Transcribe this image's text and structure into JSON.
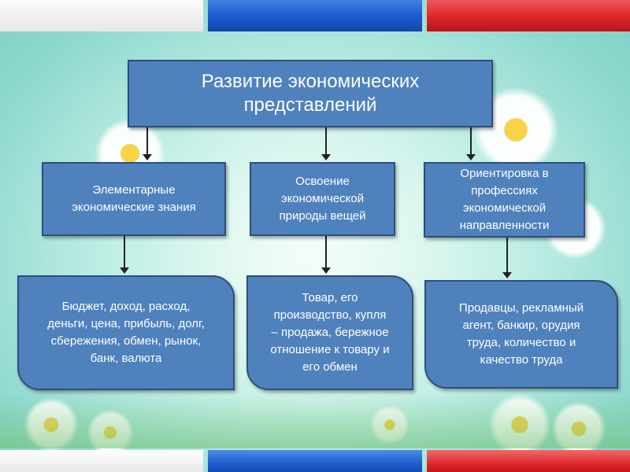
{
  "title": "Развитие экономических представлений",
  "title_lines": [
    "Развитие экономических",
    "представлений"
  ],
  "categories": [
    {
      "lines": [
        "Элементарные",
        "экономические знания"
      ]
    },
    {
      "lines": [
        "Освоение",
        "экономической",
        "природы вещей"
      ]
    },
    {
      "lines": [
        "Ориентировка в",
        "профессиях",
        "экономической",
        "направленности"
      ]
    }
  ],
  "details": [
    {
      "lines": [
        "Бюджет, доход, расход,",
        "деньги, цена, прибыль, долг,",
        "сбережения, обмен, рынок,",
        "банк, валюта"
      ]
    },
    {
      "lines": [
        "Товар, его",
        "производство, купля",
        "– продажа, бережное",
        "отношение к товару и",
        "его обмен"
      ]
    },
    {
      "lines": [
        "Продавцы, рекламный",
        "агент, банкир, орудия",
        "труда, количество и",
        "качество труда"
      ]
    }
  ],
  "colors": {
    "box_fill": "#4f81bd",
    "box_border": "#2b4f7a",
    "flag_white": "#ffffff",
    "flag_blue": "#1d5bcf",
    "flag_red": "#e0262a"
  },
  "icons": [
    "daisy-flower"
  ]
}
